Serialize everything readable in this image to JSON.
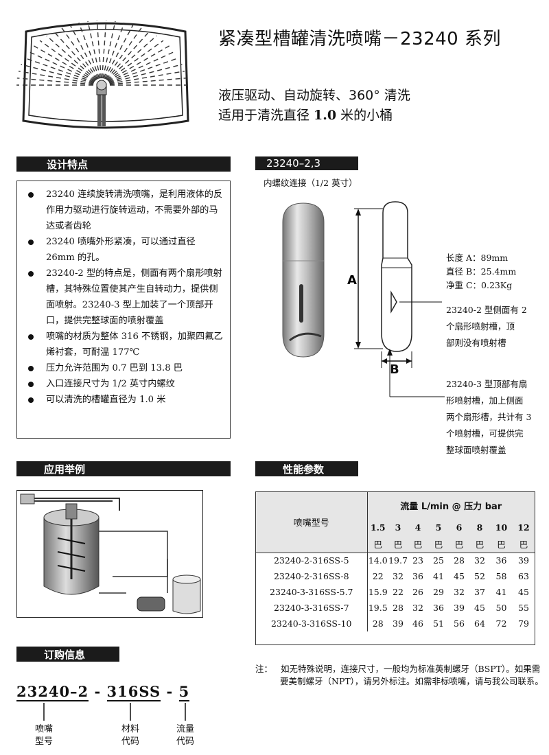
{
  "header": {
    "title": "紧凑型槽罐清洗喷嘴－23240 系列",
    "subtitle_line1": "液压驱动、自动旋转、360° 清洗",
    "subtitle_line2_pre": "适用于清洗直径 ",
    "subtitle_line2_bold": "1.0",
    "subtitle_line2_post": " 米的小桶"
  },
  "features": {
    "heading": "设计特点",
    "items": [
      "23240 连续旋转清洗喷嘴，是利用液体的反作用力驱动进行旋转运动，不需要外部的马达或者齿轮",
      "23240 喷嘴外形紧凑，可以通过直径 26mm 的孔。",
      "23240-2 型的特点是，侧面有两个扇形喷射槽，其特殊位置使其产生自转动力，提供侧面喷射。23240-3 型上加装了一个顶部开口，提供完整球面的喷射覆盖",
      "喷嘴的材质为整体 316 不锈钢，加聚四氟乙烯衬套，可耐温 177℃",
      "压力允许范围为 0.7 巴到 13.8 巴",
      "入口连接尺寸为 1/2 英寸内螺纹",
      "可以清洗的槽罐直径为 1.0 米"
    ]
  },
  "model": {
    "heading": "23240–2,3",
    "connection": "内螺纹连接（1/2 英寸）",
    "dim_a_label": "A",
    "dim_b_label": "B",
    "spec_length": "长度 A：89mm",
    "spec_diameter": "直径 B：25.4mm",
    "spec_weight": "净重 C：0.23Kg",
    "note_2_lines": [
      "23240-2 型侧面有 2",
      "个扇形喷射槽，顶",
      "部则没有喷射槽"
    ],
    "note_3_lines": [
      "23240-3  型顶部有扇",
      "形喷射槽，加上侧面",
      "两个扇形槽，共计有 3",
      "个喷射槽，可提供完",
      "整球面喷射覆盖"
    ]
  },
  "application": {
    "heading": "应用举例"
  },
  "performance": {
    "heading": "性能参数",
    "model_col": "喷嘴型号",
    "flow_header": "流量    L/min @ 压力 bar",
    "pressures": [
      "1.5",
      "3",
      "4",
      "5",
      "6",
      "8",
      "10",
      "12"
    ],
    "unit": "巴",
    "rows": [
      {
        "model": "23240-2-316SS-5",
        "values": [
          "14.0",
          "19.7",
          "23",
          "25",
          "28",
          "32",
          "36",
          "39"
        ]
      },
      {
        "model": "23240-2-316SS-8",
        "values": [
          "22",
          "32",
          "36",
          "41",
          "45",
          "52",
          "58",
          "63"
        ]
      },
      {
        "model": "23240-3-316SS-5.7",
        "values": [
          "15.9",
          "22",
          "26",
          "29",
          "32",
          "37",
          "41",
          "45"
        ]
      },
      {
        "model": "23240-3-316SS-7",
        "values": [
          "19.5",
          "28",
          "32",
          "36",
          "39",
          "45",
          "50",
          "55"
        ]
      },
      {
        "model": "23240-3-316SS-10",
        "values": [
          "28",
          "39",
          "46",
          "51",
          "56",
          "64",
          "72",
          "79"
        ]
      }
    ],
    "note_label": "注：",
    "note_line1": "如无特殊说明，连接尺寸，一般均为标准英制螺牙（BSPT）。如果需",
    "note_line2": "要美制螺牙（NPT），请另外标注。如需非标喷嘴，请与我公司联系。"
  },
  "ordering": {
    "heading": "订购信息",
    "part1": "23240–2",
    "sep": "-",
    "part2": "316SS",
    "part3": "5",
    "label1_l1": "喷嘴",
    "label1_l2": "型号",
    "label2_l1": "材料",
    "label2_l2": "代码",
    "label3_l1": "流量",
    "label3_l2": "代码"
  }
}
